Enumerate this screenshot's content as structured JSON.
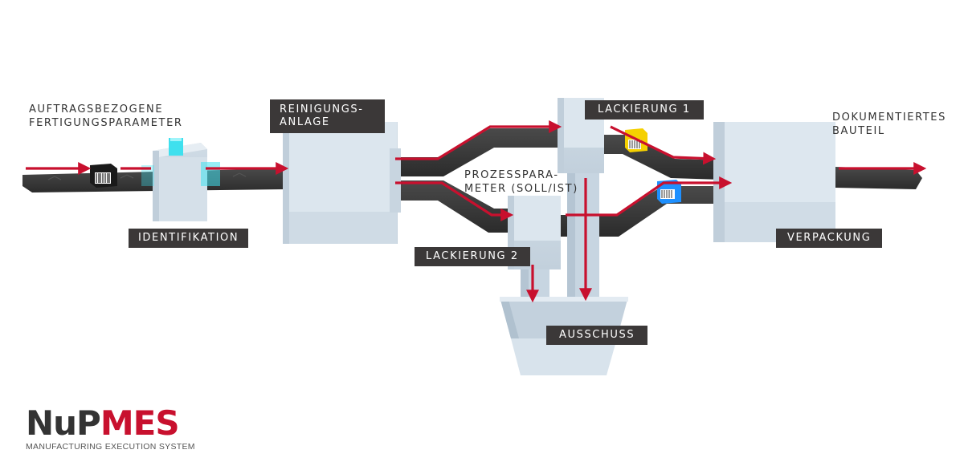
{
  "labels": {
    "order_params": [
      "AUFTRAGSBEZOGENE",
      "FERTIGUNGSPARAMETER"
    ],
    "identification": "IDENTIFIKATION",
    "cleaning": [
      "REINIGUNGS-",
      "ANLAGE"
    ],
    "process_params": [
      "PROZESSPARA-",
      "METER (SOLL/IST)"
    ],
    "painting1": "LACKIERUNG 1",
    "painting2": "LACKIERUNG 2",
    "scrap": "AUSSCHUSS",
    "documented": [
      "DOKUMENTIERTES",
      "BAUTEIL"
    ],
    "packaging": "VERPACKUNG"
  },
  "logo": {
    "part1": "NuP",
    "part2": "MES",
    "subtitle": "MANUFACTURING EXECUTION SYSTEM"
  },
  "colors": {
    "arrow": "#c8102e",
    "belt": "#3e3e3e",
    "machine": "#dde7ef",
    "label_bg": "#3b3838",
    "identification_light": "#3fe0ee",
    "part_yellow": "#f5d000",
    "part_blue": "#1e90ff",
    "part_black": "#1a1a1a"
  }
}
